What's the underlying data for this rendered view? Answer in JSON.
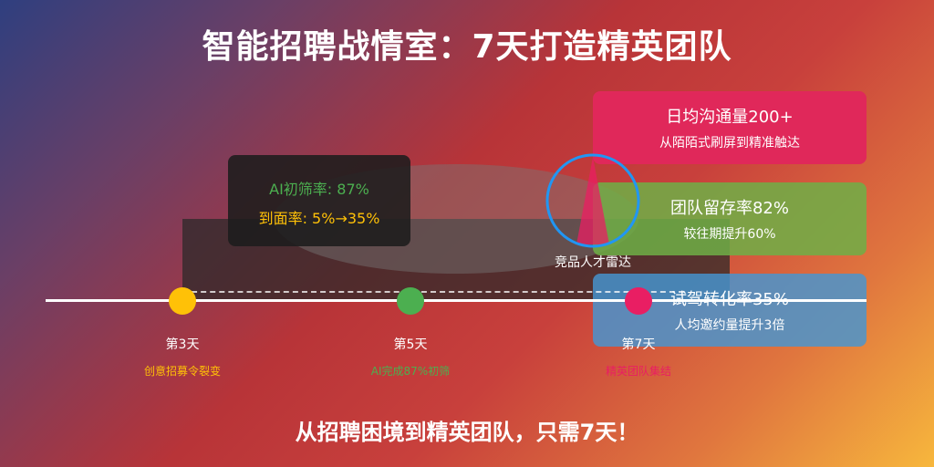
{
  "title": "智能招聘战情室：7天打造精英团队",
  "stats": {
    "line1": "AI初筛率: 87%",
    "line2": "到面率: 5%→35%"
  },
  "cards": [
    {
      "title": "日均沟通量200+",
      "subtitle": "从陌陌式刷屏到精准触达",
      "color": "#e0285a"
    },
    {
      "title": "团队留存率82%",
      "subtitle": "较往期提升60%",
      "color": "#6eaf46"
    },
    {
      "title": "试驾转化率35%",
      "subtitle": "人均邀约量提升3倍",
      "color": "#4696d2"
    }
  ],
  "radar": {
    "label": "竞品人才雷达",
    "ring_color": "#2196f3",
    "sweep_color": "#e91e63"
  },
  "timeline": [
    {
      "day": "第3天",
      "event": "创意招募令裂变",
      "color": "#ffc107"
    },
    {
      "day": "第5天",
      "event": "AI完成87%初筛",
      "color": "#4caf50"
    },
    {
      "day": "第7天",
      "event": "精英团队集结",
      "color": "#e91e63"
    }
  ],
  "footer": "从招聘困境到精英团队，只需7天！"
}
